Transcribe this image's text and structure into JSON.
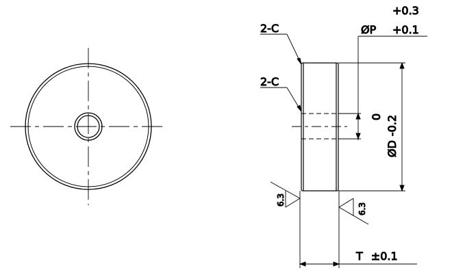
{
  "drawing": {
    "front_view": {
      "name": "front-view"
    },
    "side_view": {
      "chamfer_label_top": "2-C",
      "chamfer_label_hole": "2-C",
      "hole_dim": {
        "symbol": "ØP",
        "upper_tol": "+0.3",
        "lower_tol": "+0.1"
      },
      "diameter_dim": {
        "symbol": "ØD",
        "upper_tol": "0",
        "lower_tol": "-0.2"
      },
      "thickness_dim": {
        "symbol": "T",
        "tol": "±0.1"
      },
      "roughness_left": "6.3",
      "roughness_right": "6.3"
    },
    "line_color": "#000000"
  }
}
